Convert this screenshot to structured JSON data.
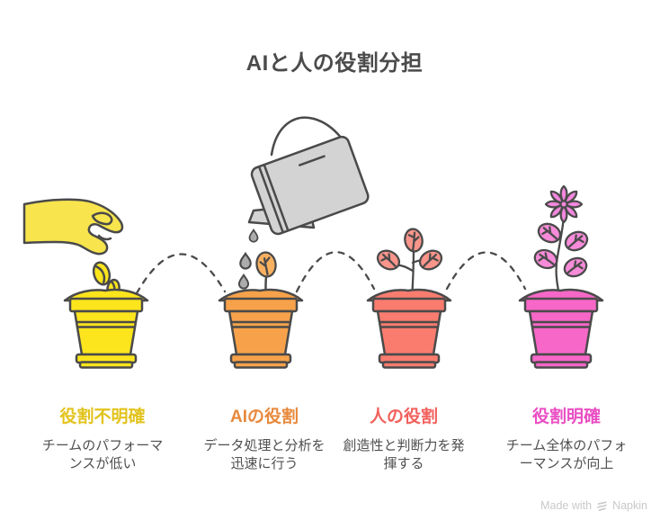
{
  "title": "AIと人の役割分担",
  "watermark": {
    "text": "Made with",
    "brand": "Napkin"
  },
  "colors": {
    "outline": "#4A4A4A",
    "title": "#4B4B4B",
    "body_text": "#4F4F4F",
    "arc": "#4A4A4A",
    "hand": "#F8E44C",
    "seed": "#FCE51D",
    "watering_can": "#D3D3D3",
    "water_drop": "#ACACAC",
    "watermark": "#C9C9C9"
  },
  "stages": [
    {
      "id": "unclear-roles",
      "label": "役割不明確",
      "description": "チームのパフォーマ\nンスが低い",
      "label_color": "#E2C31C",
      "pot_color": "#FCE51D"
    },
    {
      "id": "ai-role",
      "label": "AIの役割",
      "description": "データ処理と分析を\n迅速に行う",
      "label_color": "#E8893C",
      "pot_color": "#F7A24A",
      "leaf_color": "#F9B160"
    },
    {
      "id": "human-role",
      "label": "人の役割",
      "description": "創造性と判断力を発\n揮する",
      "label_color": "#F2615C",
      "pot_color": "#F97C6F",
      "leaf_color": "#FA958B"
    },
    {
      "id": "clear-roles",
      "label": "役割明確",
      "description": "チーム全体のパフォ\nーマンスが向上",
      "label_color": "#EA4FC4",
      "pot_color": "#F767C8",
      "leaf_color": "#F88BD9",
      "flower_color": "#F287DC"
    }
  ]
}
